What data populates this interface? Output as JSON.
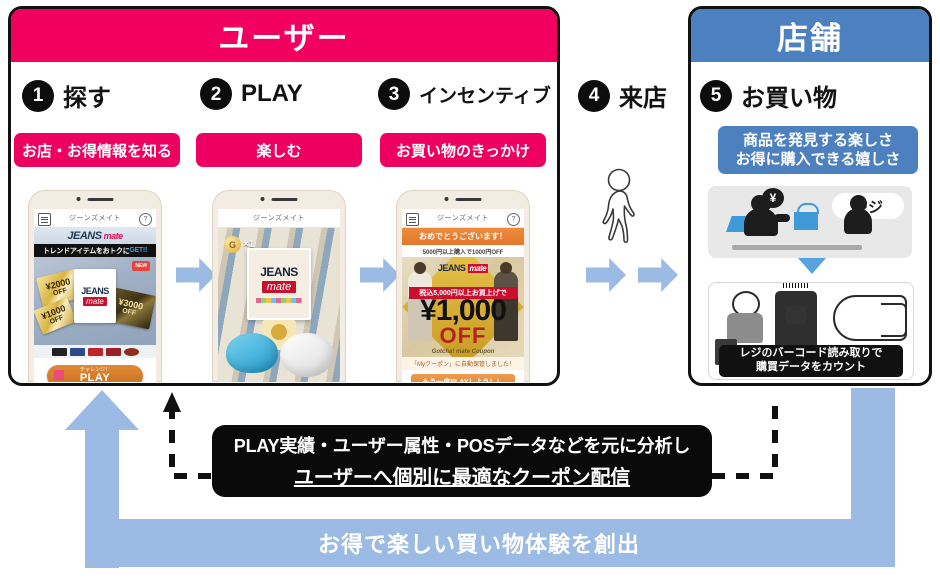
{
  "diagram": {
    "title_user": "ユーザー",
    "title_store": "店舗",
    "bottom_banner": "お得で楽しい買い物体験を創出",
    "colors": {
      "user_pink": "#F20060",
      "store_blue": "#4D80BE",
      "arrow_blue": "#9CBBE4",
      "callout_black": "#0A0A0A"
    }
  },
  "user_steps": [
    {
      "number": "1",
      "title": "探す",
      "pill": "お店・お得情報を知る"
    },
    {
      "number": "2",
      "title": "PLAY",
      "pill": "楽しむ"
    },
    {
      "number": "3",
      "title": "インセンティブ",
      "pill": "お買い物のきっかけ"
    }
  ],
  "visit_step": {
    "number": "4",
    "title": "来店"
  },
  "store_step": {
    "number": "5",
    "title": "お買い物",
    "pill_line1": "商品を発見する楽しさ",
    "pill_line2": "お得に購入できる嬉しさ"
  },
  "phone1": {
    "app_title": "ジーンズメイト",
    "brand": "JEANS",
    "brand_sub": "mate",
    "tagline_a": "トレンドアイテムをおトクに",
    "tagline_b": "GET!!",
    "badge_new": "NEW",
    "coupons": [
      {
        "value": "¥2000",
        "label": "OFF"
      },
      {
        "value": "¥1000",
        "label": "OFF"
      },
      {
        "value": "¥3000",
        "label": "OFF"
      }
    ],
    "card_brand": "JEANS",
    "card_sub": "mate",
    "cta_small": "チャレンジ！",
    "cta_main": "PLAY"
  },
  "phone2": {
    "app_title": "ジーンズメイト",
    "coin": "G",
    "coin_count": "×1",
    "pack_brand": "JEANS",
    "pack_sub": "mate"
  },
  "phone3": {
    "app_title": "ジーンズメイト",
    "headline": "おめでとうございます！",
    "subline": "5000円以上購入で1000円OFF",
    "brand": "JEANS",
    "brand_sub": "mate",
    "band": "税込5,000円以上お買上げで",
    "amount": "¥1,000",
    "amount_off": "OFF",
    "footer": "Gotcha! mate Coupon",
    "note": "「Myクーポン」に自動保管しました！",
    "button": "もう一度PLAYしよう！！"
  },
  "store_illustration": {
    "register_tag": "レジ",
    "yen_symbol": "¥",
    "scan_caption_line1": "レジのバーコード読み取りで",
    "scan_caption_line2": "購買データをカウント"
  },
  "callout": {
    "line1": "PLAY実績・ユーザー属性・POSデータなどを元に分析し",
    "line2": "ユーザーへ個別に最適なクーポン配信"
  }
}
